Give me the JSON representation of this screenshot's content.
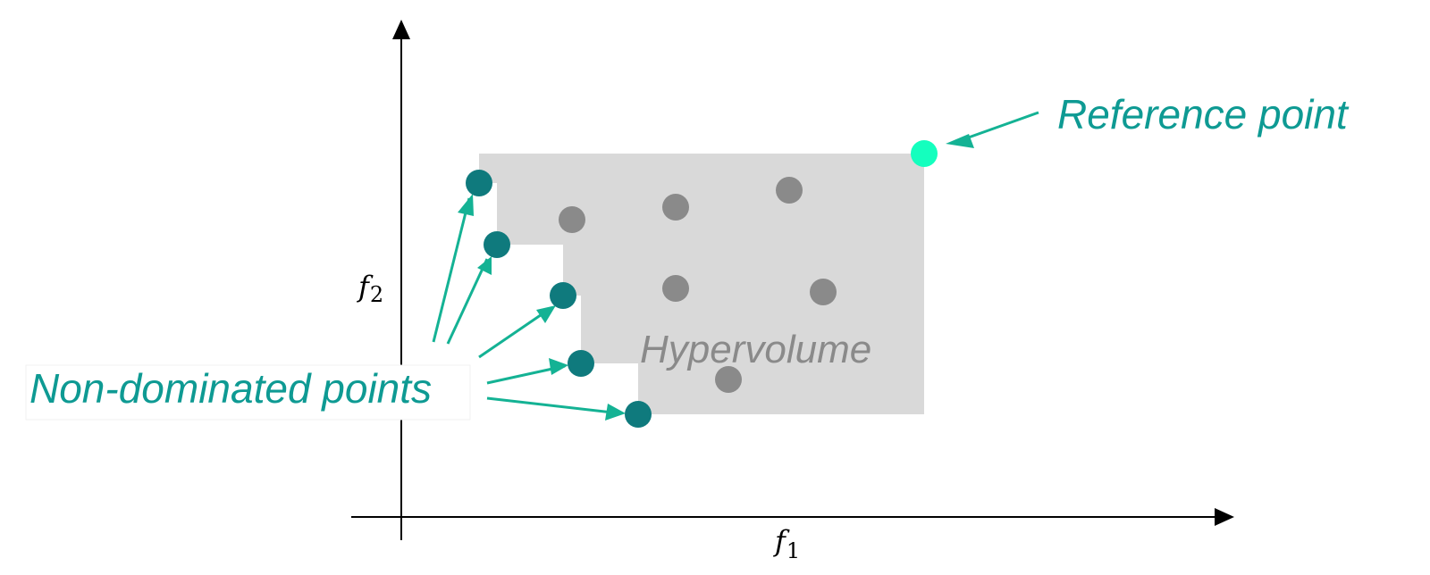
{
  "title": "Hypervolume indicator illustration",
  "colors": {
    "region": "#d9d9d9",
    "dominated_point": "#8a8a8a",
    "non_dominated_point": "#0f7a7d",
    "reference_point": "#14ffbe",
    "arrow": "#14b294",
    "label_text": "#0e9a93",
    "hypervolume_text": "#8a8a8a",
    "axis": "#000000"
  },
  "axes": {
    "x_label": "f",
    "x_sub": "1",
    "y_label": "f",
    "y_sub": "2"
  },
  "labels": {
    "reference_point": "Reference point",
    "non_dominated_points": "Non-dominated points",
    "hypervolume": "Hypervolume"
  },
  "chart_data": {
    "type": "scatter",
    "title": "",
    "xlabel": "f1",
    "ylabel": "f2",
    "grid": false,
    "annotations": [
      "Reference point",
      "Non-dominated points",
      "Hypervolume"
    ],
    "series": [
      {
        "name": "Non-dominated points",
        "points": [
          [
            536,
            205
          ],
          [
            556,
            274
          ],
          [
            630,
            331
          ],
          [
            650,
            407
          ],
          [
            714,
            464
          ]
        ]
      },
      {
        "name": "Dominated points",
        "points": [
          [
            640,
            246
          ],
          [
            756,
            232
          ],
          [
            883,
            213
          ],
          [
            756,
            323
          ],
          [
            921,
            327
          ],
          [
            815,
            425
          ]
        ]
      },
      {
        "name": "Reference point",
        "points": [
          [
            1034,
            172
          ]
        ]
      }
    ],
    "hypervolume_region": {
      "staircase_polygon": [
        [
          536,
          172
        ],
        [
          1034,
          172
        ],
        [
          1034,
          464
        ],
        [
          714,
          464
        ],
        [
          714,
          407
        ],
        [
          650,
          407
        ],
        [
          650,
          331
        ],
        [
          630,
          331
        ],
        [
          630,
          274
        ],
        [
          556,
          274
        ],
        [
          556,
          205
        ],
        [
          536,
          205
        ]
      ]
    }
  }
}
